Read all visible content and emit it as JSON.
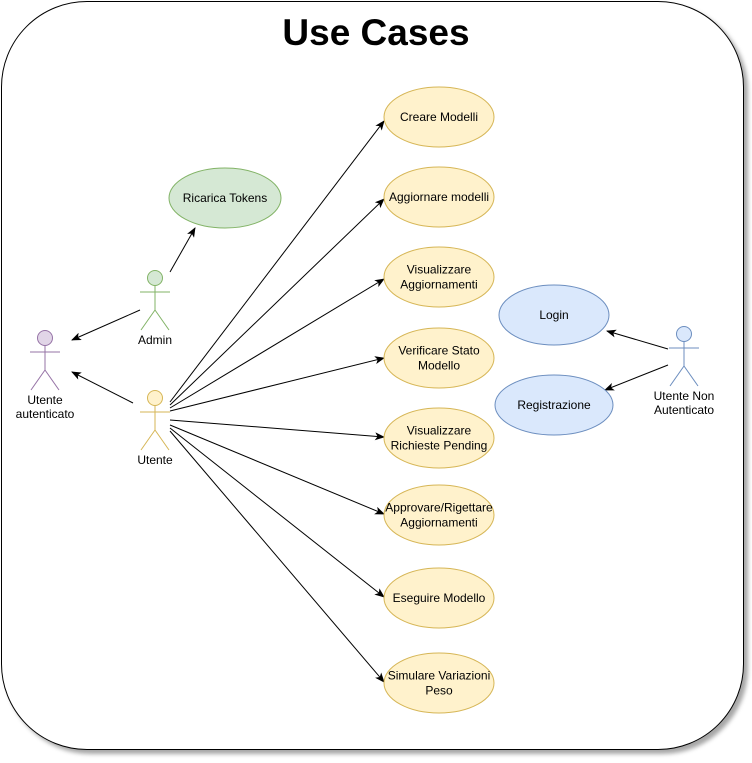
{
  "title": "Use Cases",
  "actors": {
    "authenticated": {
      "label_lines": [
        "Utente",
        "autenticato"
      ],
      "fill": "#e1d5e7",
      "stroke": "#9673a6"
    },
    "admin": {
      "label_lines": [
        "Admin"
      ],
      "fill": "#d5e8d4",
      "stroke": "#82b366"
    },
    "user": {
      "label_lines": [
        "Utente"
      ],
      "fill": "#fff2cc",
      "stroke": "#d6b656"
    },
    "guest": {
      "label_lines": [
        "Utente Non",
        "Autenticato"
      ],
      "fill": "#dae8fc",
      "stroke": "#6c8ebf"
    }
  },
  "use_cases": {
    "recharge_tokens": {
      "label_lines": [
        "Ricarica Tokens"
      ],
      "fill": "#d5e8d4",
      "stroke": "#82b366"
    },
    "create_models": {
      "label_lines": [
        "Creare Modelli"
      ],
      "fill": "#fff2cc",
      "stroke": "#d6b656"
    },
    "update_models": {
      "label_lines": [
        "Aggiornare modelli"
      ],
      "fill": "#fff2cc",
      "stroke": "#d6b656"
    },
    "view_updates": {
      "label_lines": [
        "Visualizzare",
        "Aggiornamenti"
      ],
      "fill": "#fff2cc",
      "stroke": "#d6b656"
    },
    "check_model_status": {
      "label_lines": [
        "Verificare Stato",
        "Modello"
      ],
      "fill": "#fff2cc",
      "stroke": "#d6b656"
    },
    "view_pending_requests": {
      "label_lines": [
        "Visualizzare",
        "Richieste Pending"
      ],
      "fill": "#fff2cc",
      "stroke": "#d6b656"
    },
    "approve_reject_updates": {
      "label_lines": [
        "Approvare/Rigettare",
        "Aggiornamenti"
      ],
      "fill": "#fff2cc",
      "stroke": "#d6b656"
    },
    "run_model": {
      "label_lines": [
        "Eseguire Modello"
      ],
      "fill": "#fff2cc",
      "stroke": "#d6b656"
    },
    "simulate_weight_variations": {
      "label_lines": [
        "Simulare Variazioni",
        "Peso"
      ],
      "fill": "#fff2cc",
      "stroke": "#d6b656"
    },
    "login": {
      "label_lines": [
        "Login"
      ],
      "fill": "#dae8fc",
      "stroke": "#6c8ebf"
    },
    "registration": {
      "label_lines": [
        "Registrazione"
      ],
      "fill": "#dae8fc",
      "stroke": "#6c8ebf"
    }
  }
}
